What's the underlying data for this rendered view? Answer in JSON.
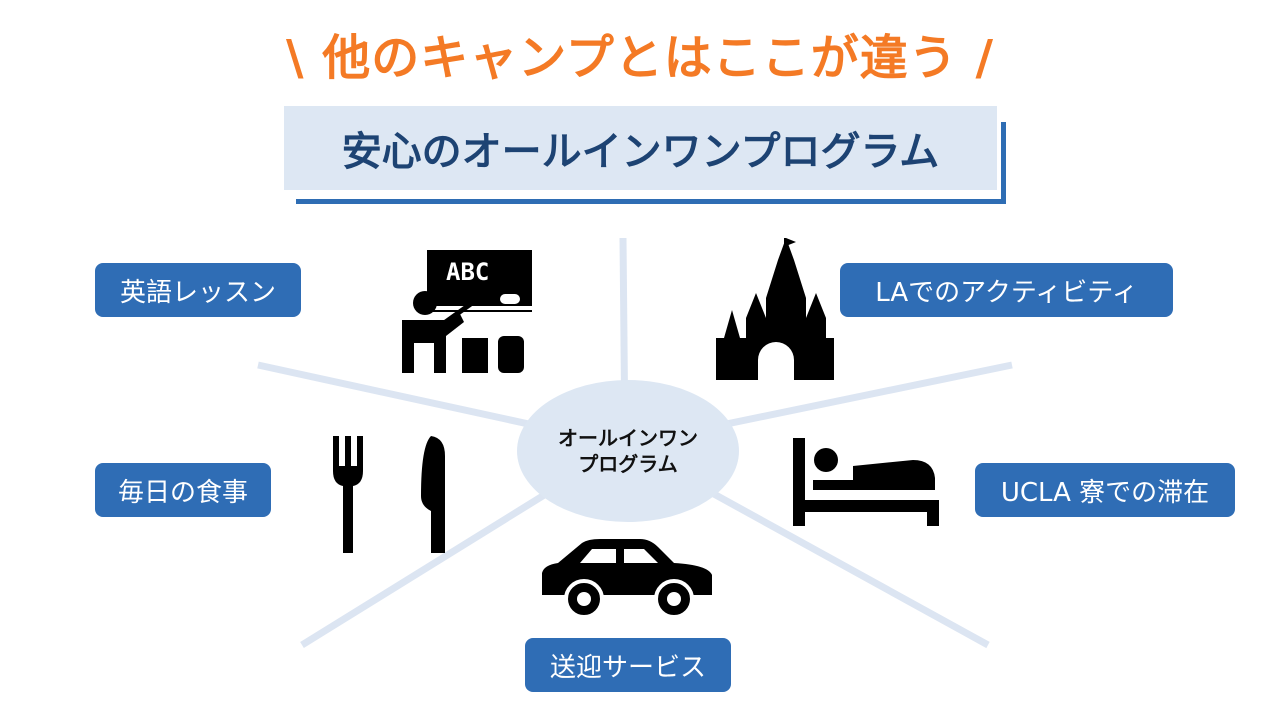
{
  "headline": "\\ 他のキャンプとはここが違う /",
  "title": "安心のオールインワンプログラム",
  "hub": {
    "line1": "オールインワン",
    "line2": "プログラム"
  },
  "items": [
    {
      "label": "英語レッスン",
      "icon": "teacher-icon"
    },
    {
      "label": "LAでのアクティビティ",
      "icon": "castle-icon"
    },
    {
      "label": "毎日の食事",
      "icon": "fork-knife-icon"
    },
    {
      "label": "UCLA 寮での滞在",
      "icon": "bed-icon"
    },
    {
      "label": "送迎サービス",
      "icon": "car-icon"
    }
  ],
  "blackboard_text": "ABC",
  "colors": {
    "accent": "#f47a25",
    "navy": "#1d4373",
    "label_bg": "#2f6db5",
    "light": "#dde7f3"
  }
}
